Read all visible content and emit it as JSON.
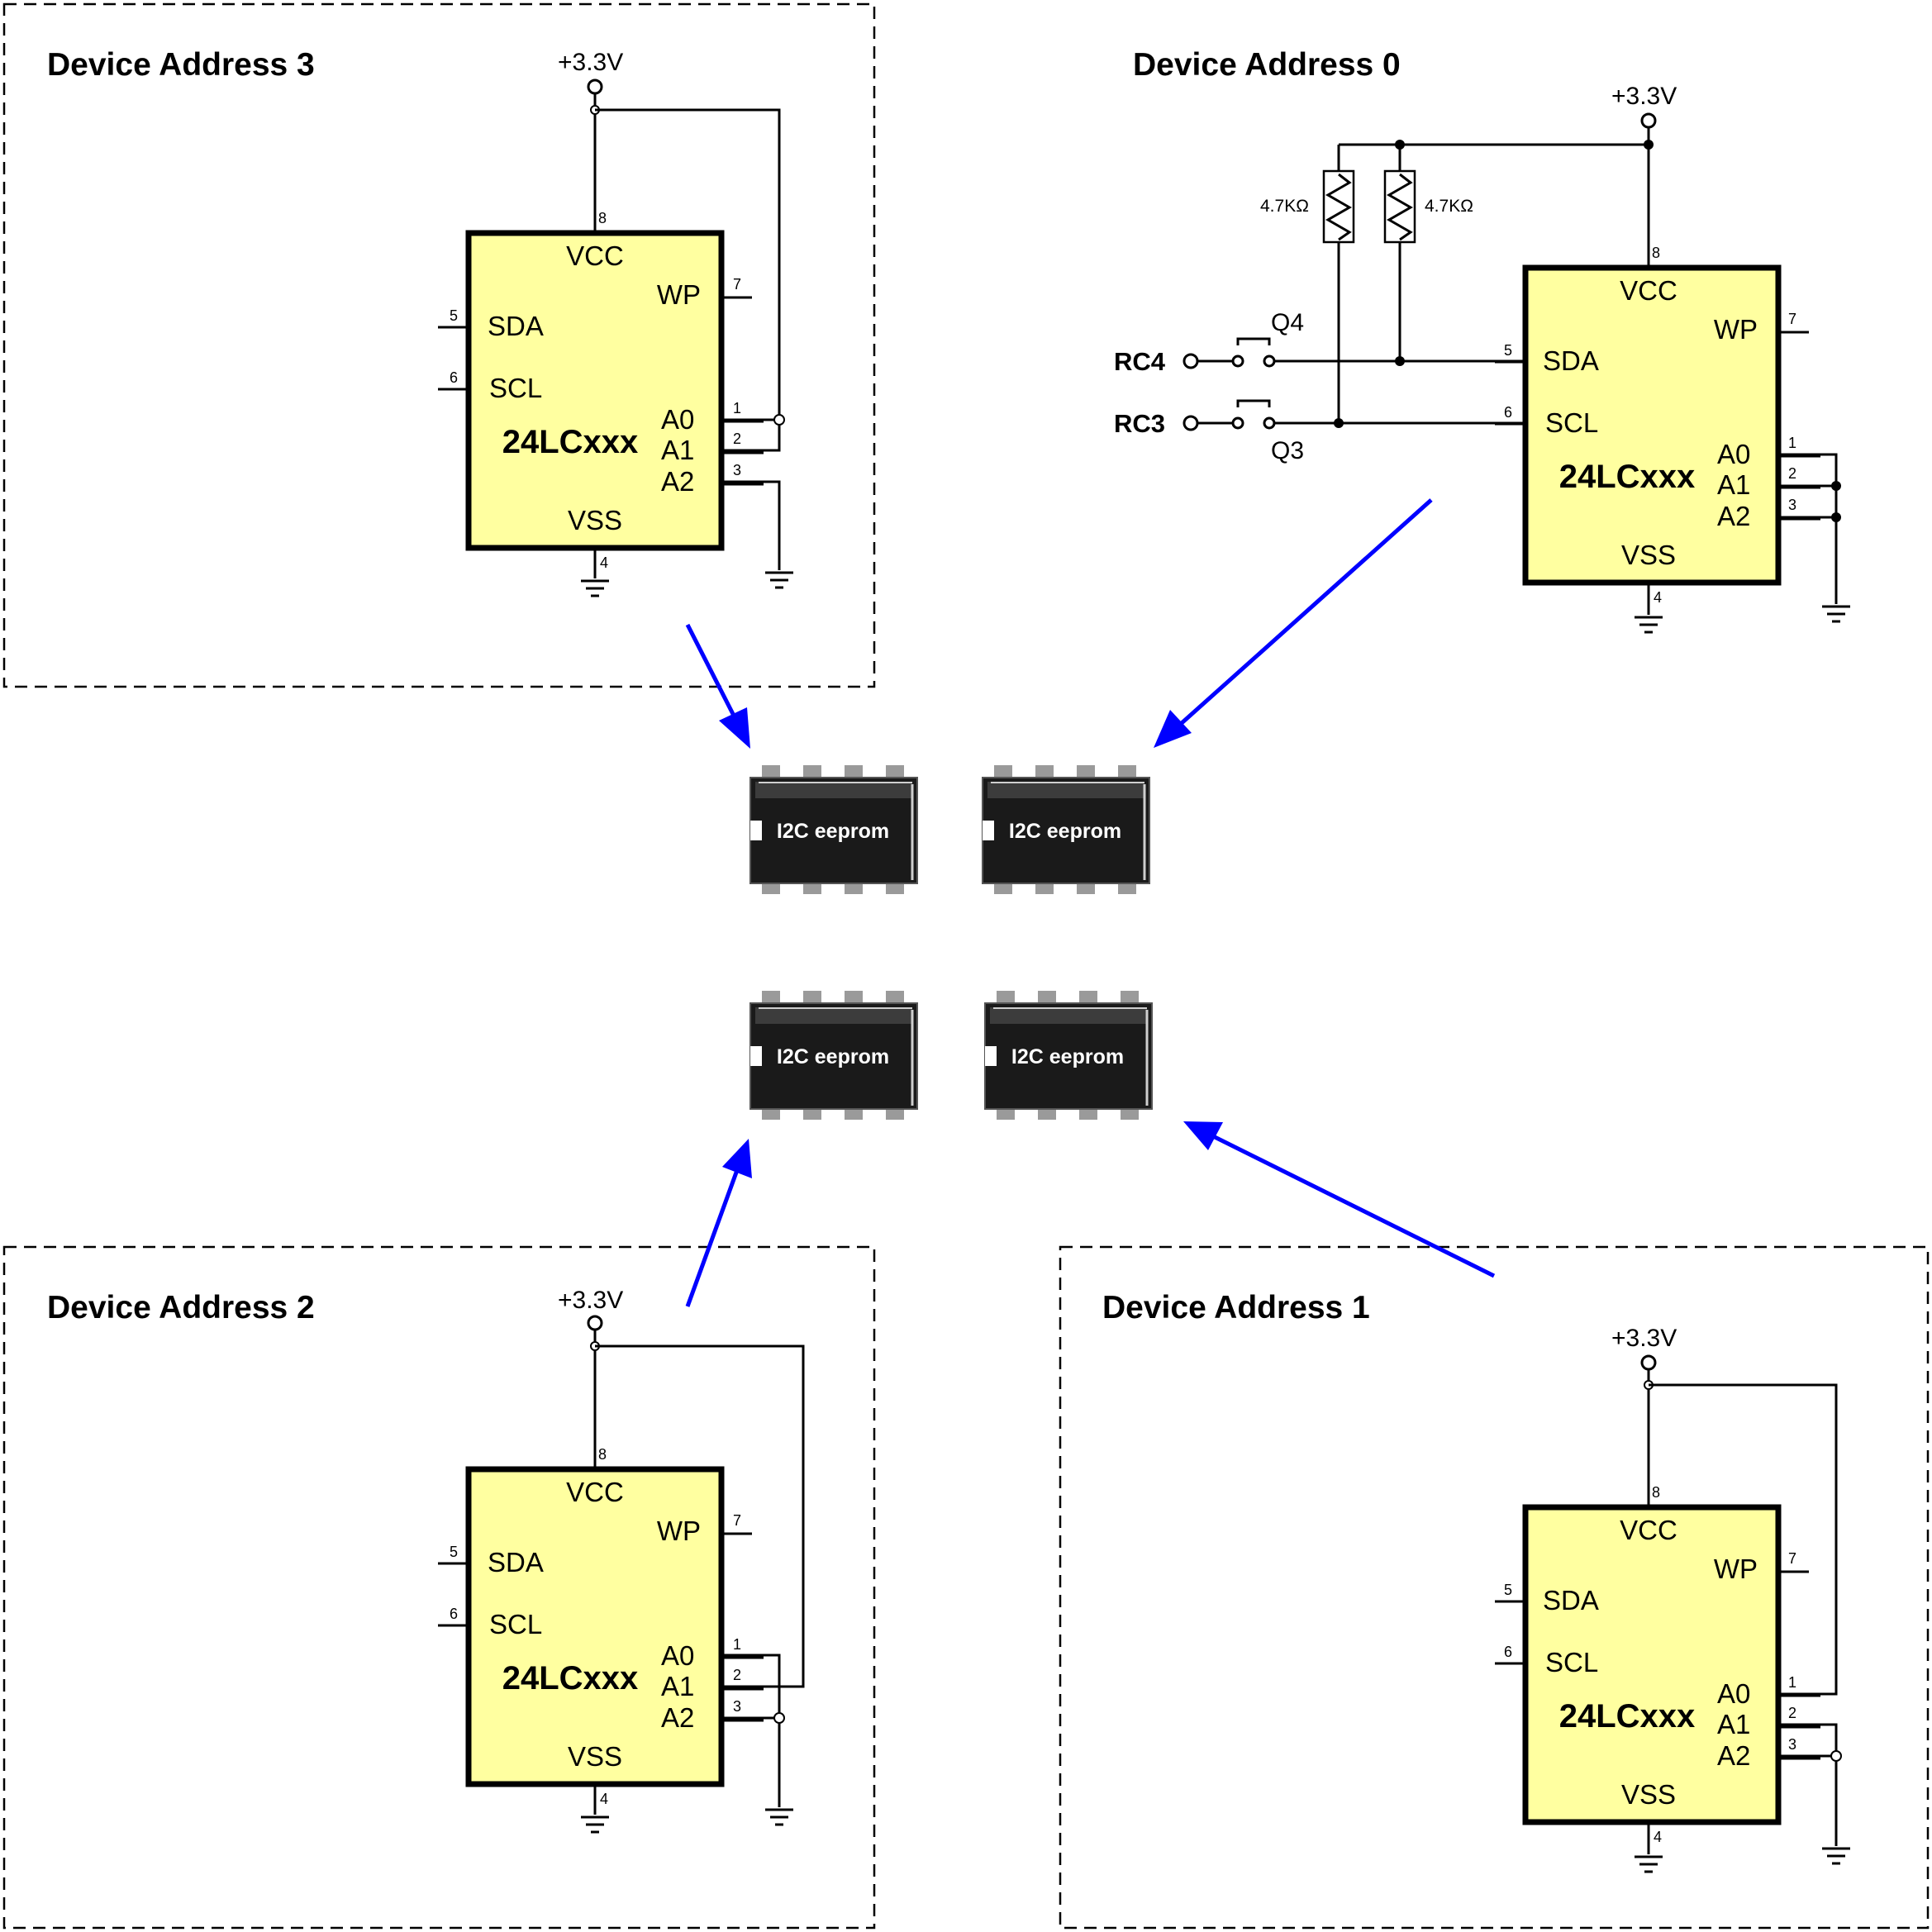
{
  "blocks": {
    "addr3": {
      "title": "Device Address 3",
      "supply": "+3.3V",
      "chip": "24LCxxx"
    },
    "addr0": {
      "title": "Device Address 0",
      "supply": "+3.3V",
      "chip": "24LCxxx"
    },
    "addr2": {
      "title": "Device Address 2",
      "supply": "+3.3V",
      "chip": "24LCxxx"
    },
    "addr1": {
      "title": "Device Address 1",
      "supply": "+3.3V",
      "chip": "24LCxxx"
    }
  },
  "pins": {
    "vcc": "VCC",
    "wp": "WP",
    "sda": "SDA",
    "scl": "SCL",
    "a0": "A0",
    "a1": "A1",
    "a2": "A2",
    "vss": "VSS"
  },
  "pin_numbers": {
    "a0": "1",
    "a1": "2",
    "a2": "3",
    "vss": "4",
    "sda": "5",
    "scl": "6",
    "wp": "7",
    "vcc": "8"
  },
  "bus": {
    "resistor_left": "4.7KΩ",
    "resistor_right": "4.7KΩ",
    "switch_sda": "Q4",
    "switch_scl": "Q3",
    "signal_sda": "RC4",
    "signal_scl": "RC3"
  },
  "packages": {
    "label": "I2C eeprom"
  },
  "colors": {
    "chip_fill": "#ffffa0",
    "arrow": "#0000ff",
    "package": "#1a1a1a"
  }
}
